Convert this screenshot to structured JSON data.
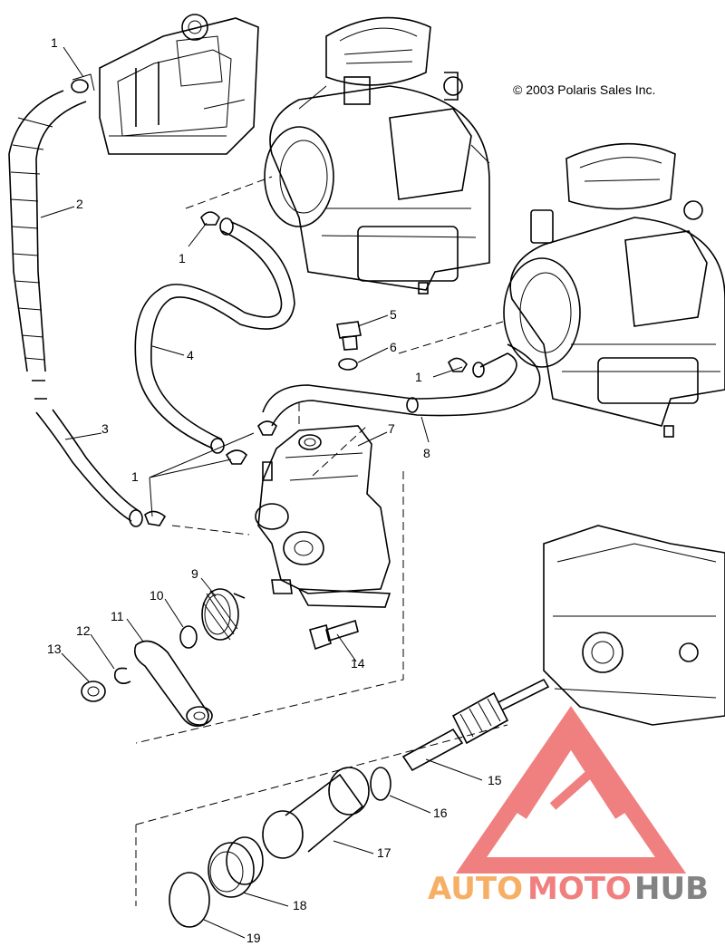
{
  "copyright": "© 2003 Polaris Sales Inc.",
  "callouts": [
    "1",
    "2",
    "1",
    "4",
    "3",
    "1",
    "5",
    "6",
    "1",
    "7",
    "8",
    "9",
    "10",
    "11",
    "12",
    "13",
    "14",
    "15",
    "16",
    "17",
    "18",
    "19"
  ],
  "watermark": {
    "part1": "AUTO",
    "part2": "MOTO",
    "part3": "HUB",
    "color_orange": "#f5a24b",
    "color_red": "#ee6a6a",
    "color_gray": "#6e6e6e"
  }
}
